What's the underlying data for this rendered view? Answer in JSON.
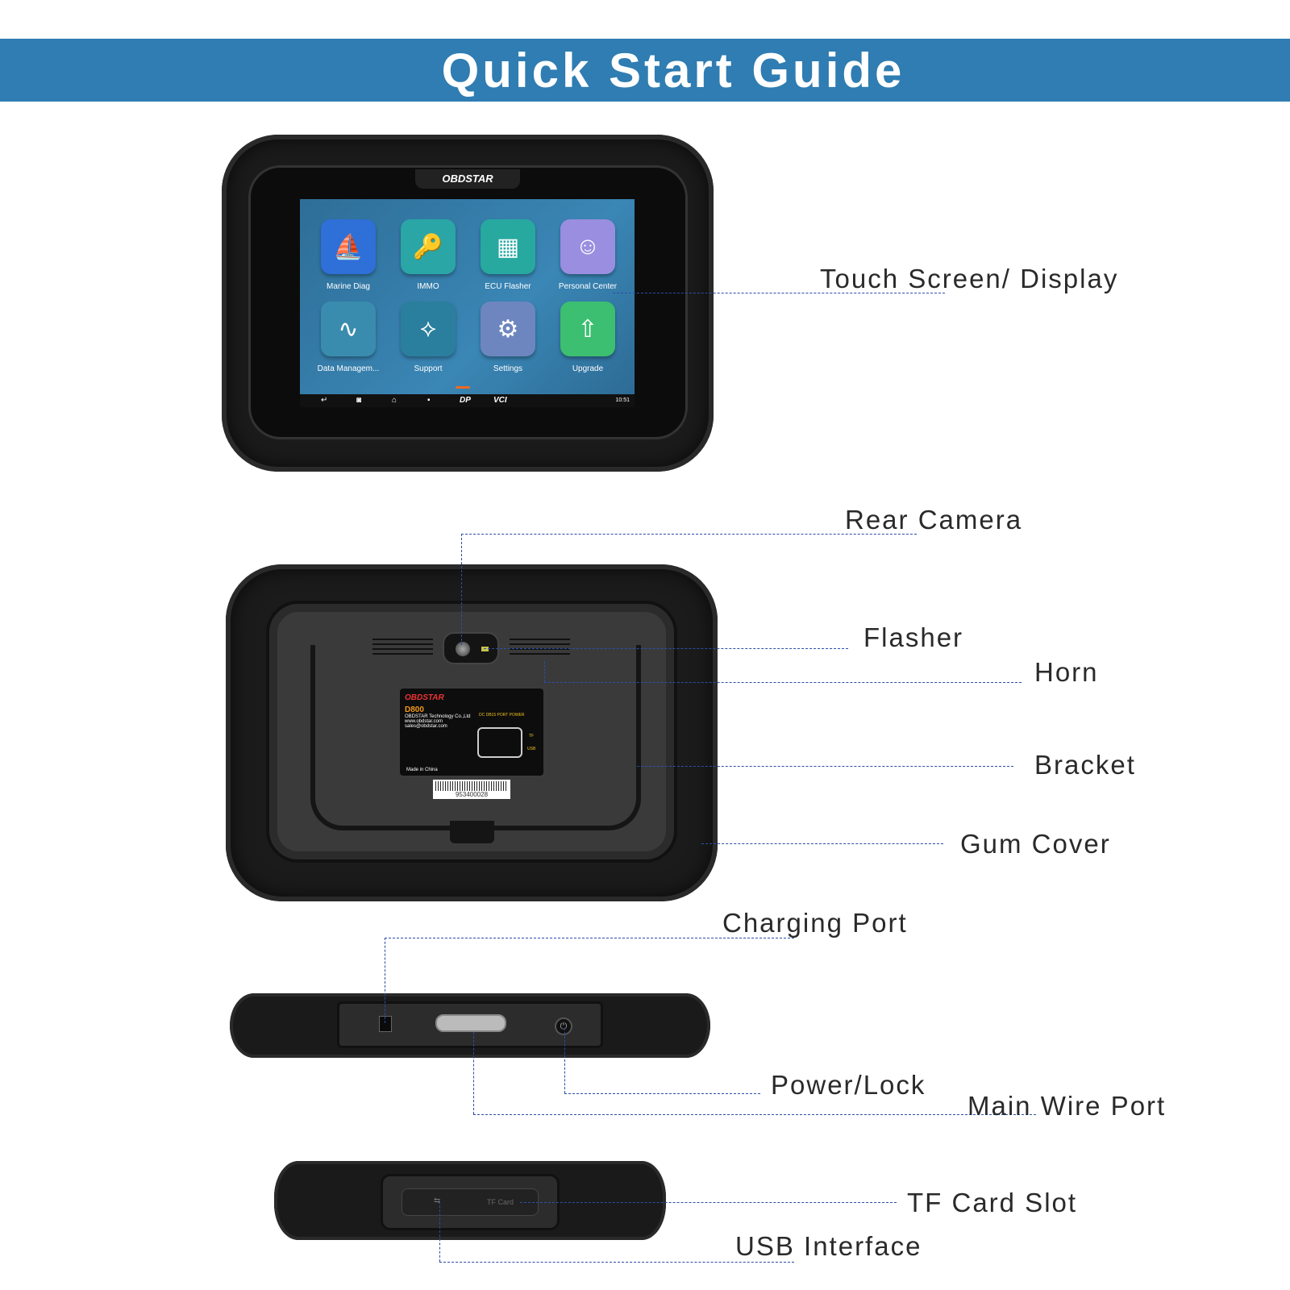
{
  "header": {
    "title": "Quick Start Guide",
    "color": "#2f7db2"
  },
  "device": {
    "brand_logo": "OBDSTAR",
    "screen_apps": [
      {
        "label": "Marine Diag",
        "icon": "marine-icon",
        "color": "#2f6fd8"
      },
      {
        "label": "IMMO",
        "icon": "immo-icon",
        "color": "#2aa6a6"
      },
      {
        "label": "ECU Flasher",
        "icon": "ecu-icon",
        "color": "#27a9a0"
      },
      {
        "label": "Personal Center",
        "icon": "user-icon",
        "color": "#9a8ee0"
      },
      {
        "label": "Data Managem...",
        "icon": "waveform-icon",
        "color": "#3a8cae"
      },
      {
        "label": "Support",
        "icon": "share-icon",
        "color": "#2b7f9e"
      },
      {
        "label": "Settings",
        "icon": "gear-icon",
        "color": "#6e86c0"
      },
      {
        "label": "Upgrade",
        "icon": "upgrade-icon",
        "color": "#3cbf70"
      }
    ],
    "nav_bar": {
      "dp": "DP",
      "vci": "VCI",
      "time": "10:51"
    },
    "sticker": {
      "brand": "OBDSTAR",
      "model": "D800",
      "company": "OBDSTAR Technology Co.,Ltd",
      "web": "www.obdstar.com",
      "email": "sales@obdstar.com",
      "ports": "DC  DB15 PORT  POWER",
      "tf": "TF",
      "usb": "USB",
      "origin": "Made in China",
      "barcode": "953400028"
    },
    "side_slot_label": "TF Card"
  },
  "callouts": {
    "touch_screen": "Touch Screen/ Display",
    "rear_camera": "Rear Camera",
    "flasher": "Flasher",
    "horn": "Horn",
    "bracket": "Bracket",
    "gum_cover": "Gum Cover",
    "charging_port": "Charging Port",
    "power_lock": "Power/Lock",
    "main_wire_port": "Main Wire Port",
    "tf_card_slot": "TF Card Slot",
    "usb_interface": "USB Interface"
  },
  "line_color": "#2b4ea8"
}
